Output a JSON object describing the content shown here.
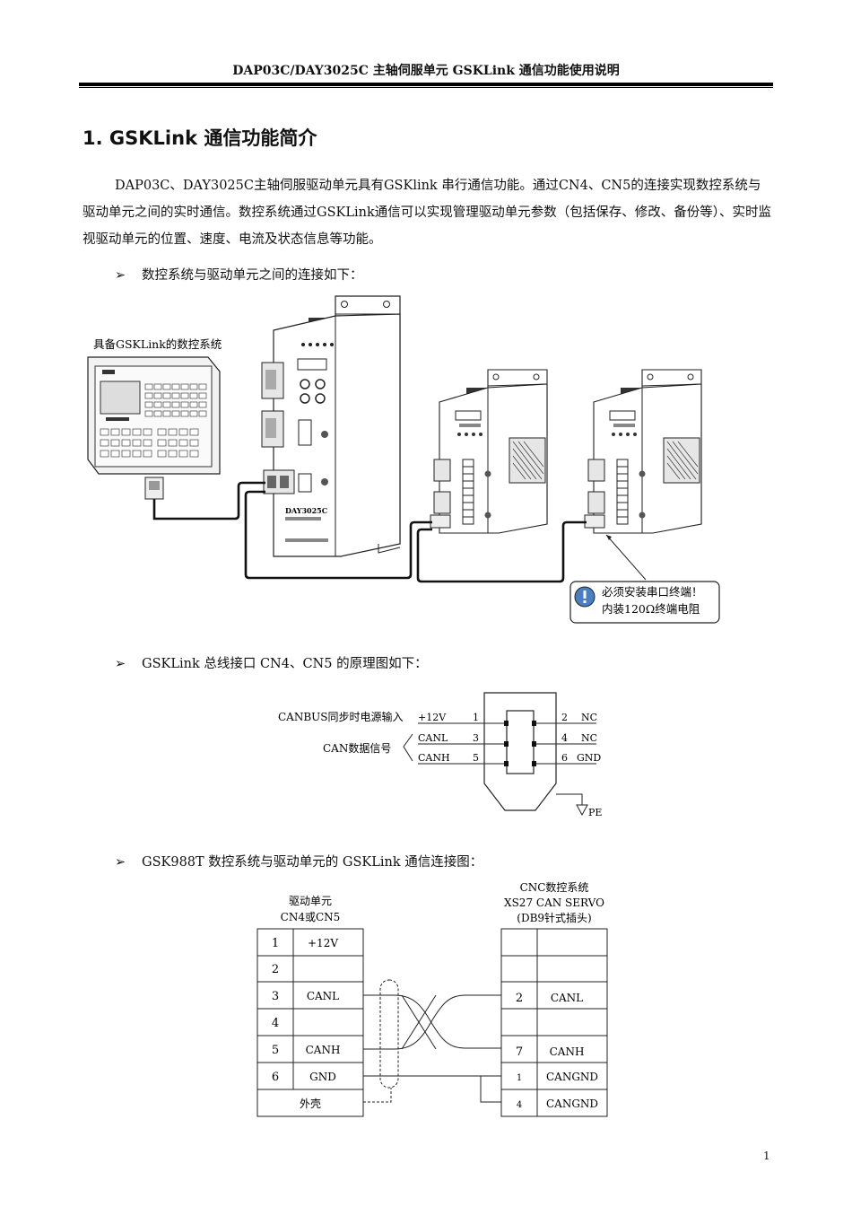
{
  "header": {
    "title": "DAP03C/DAY3025C 主轴伺服单元 GSKLink 通信功能使用说明"
  },
  "section": {
    "title": "1. GSKLink 通信功能简介",
    "paragraph": "DAP03C、DAY3025C主轴伺服驱动单元具有GSKlink 串行通信功能。通过CN4、CN5的连接实现数控系统与驱动单元之间的实时通信。数控系统通过GSKLink通信可以实现管理驱动单元参数（包括保存、修改、备份等）、实时监视驱动单元的位置、速度、电流及状态信息等功能。"
  },
  "bullets": {
    "marker": "➢",
    "b1": "数控系统与驱动单元之间的连接如下：",
    "b2": "GSKLink 总线接口 CN4、CN5 的原理图如下：",
    "b3": "GSK988T 数控系统与驱动单元的 GSKLink 通信连接图："
  },
  "figure1": {
    "cnc_label": "具备GSKLink的数控系统",
    "warning_line1": "必须安装串口终端！",
    "warning_line2": "内装120Ω终端电阻",
    "main_unit_model": "DAY3025C",
    "warning_icon": "exclamation-icon"
  },
  "figure2": {
    "power_label": "CANBUS同步时电源输入",
    "signal_label": "CAN数据信号",
    "left_pins": [
      {
        "name": "+12V",
        "num": "1"
      },
      {
        "name": "CANL",
        "num": "3"
      },
      {
        "name": "CANH",
        "num": "5"
      }
    ],
    "right_pins": [
      {
        "num": "2",
        "name": "NC"
      },
      {
        "num": "4",
        "name": "NC"
      },
      {
        "num": "6",
        "name": "GND"
      }
    ],
    "ground_label": "PE"
  },
  "figure3": {
    "left_header": [
      "驱动单元",
      "CN4或CN5"
    ],
    "right_header": [
      "CNC数控系统",
      "XS27 CAN SERVO",
      "(DB9针式插头)"
    ],
    "left_rows": [
      {
        "num": "1",
        "name": "+12V"
      },
      {
        "num": "2",
        "name": ""
      },
      {
        "num": "3",
        "name": "CANL"
      },
      {
        "num": "4",
        "name": ""
      },
      {
        "num": "5",
        "name": "CANH"
      },
      {
        "num": "6",
        "name": "GND"
      }
    ],
    "shell_label": "外壳",
    "right_rows": [
      {
        "num": "",
        "name": ""
      },
      {
        "num": "",
        "name": ""
      },
      {
        "num": "2",
        "name": "CANL"
      },
      {
        "num": "",
        "name": ""
      },
      {
        "num": "7",
        "name": "CANH"
      },
      {
        "num": "1",
        "name": "CANGND"
      },
      {
        "num": "4",
        "name": "CANGND"
      }
    ]
  },
  "page_number": "1"
}
